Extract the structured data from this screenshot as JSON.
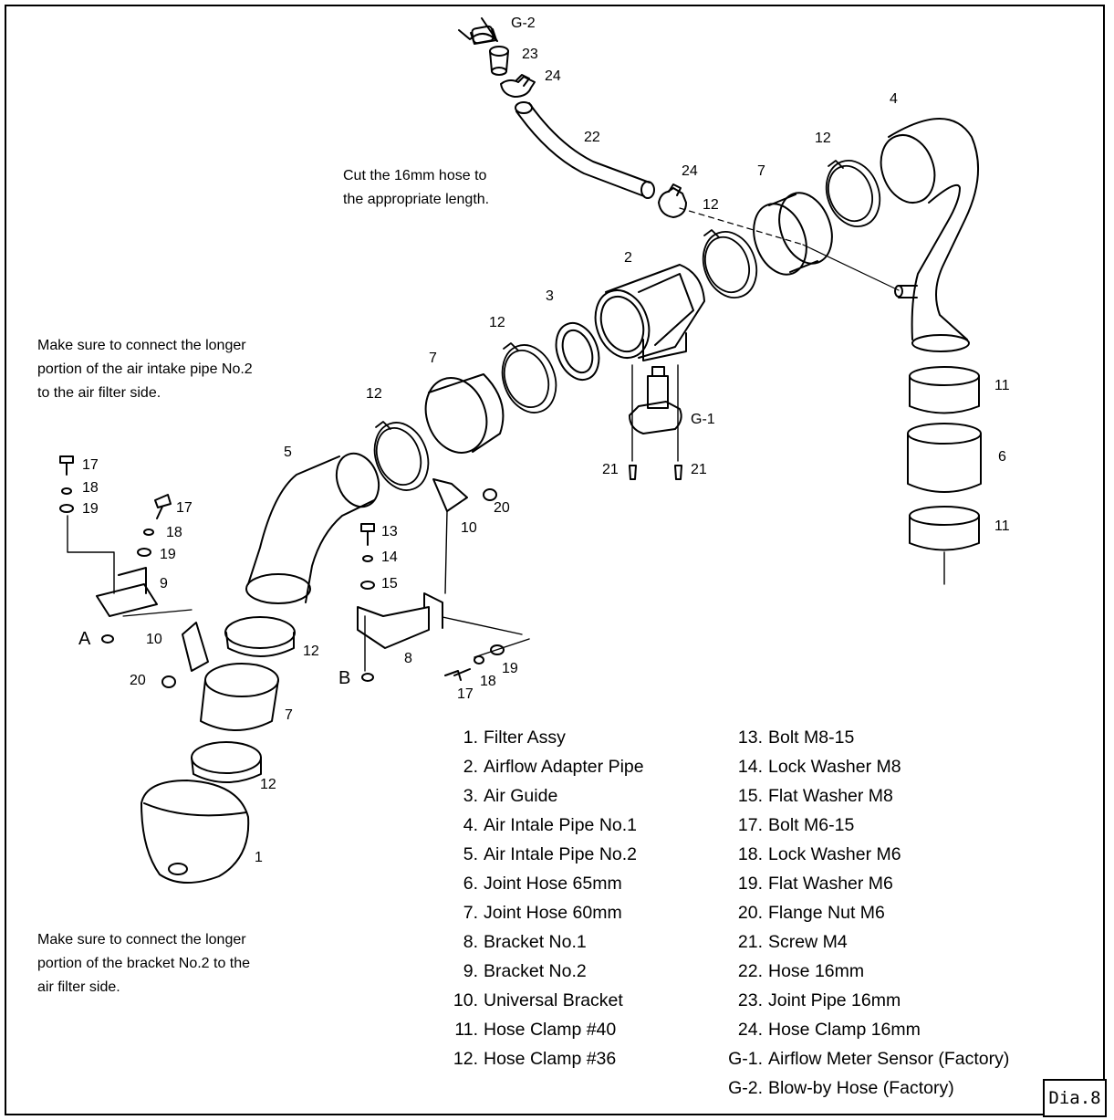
{
  "notes": {
    "hose_cut": "Cut the 16mm hose to\nthe appropriate length.",
    "pipe_side": "Make sure to connect the longer\nportion of the air intake pipe No.2\nto the air filter side.",
    "bracket_side": "Make sure to connect the longer\nportion of the bracket No.2 to the\nair filter side."
  },
  "callouts": [
    "G-2",
    "23",
    "24",
    "22",
    "4",
    "12",
    "7",
    "24",
    "12",
    "2",
    "3",
    "12",
    "7",
    "12",
    "G-1",
    "21",
    "21",
    "11",
    "6",
    "11",
    "5",
    "17",
    "18",
    "19",
    "17",
    "18",
    "19",
    "9",
    "10",
    "20",
    "13",
    "14",
    "15",
    "20",
    "10",
    "12",
    "7",
    "12",
    "1",
    "8",
    "17",
    "18",
    "19"
  ],
  "anchor_letters": {
    "a": "A",
    "b": "B"
  },
  "legend": {
    "left": [
      {
        "num": "1.",
        "label": "Filter Assy"
      },
      {
        "num": "2.",
        "label": "Airflow Adapter Pipe"
      },
      {
        "num": "3.",
        "label": "Air Guide"
      },
      {
        "num": "4.",
        "label": "Air Intale Pipe No.1"
      },
      {
        "num": "5.",
        "label": "Air Intale Pipe No.2"
      },
      {
        "num": "6.",
        "label": "Joint Hose 65mm"
      },
      {
        "num": "7.",
        "label": "Joint Hose 60mm"
      },
      {
        "num": "8.",
        "label": "Bracket No.1"
      },
      {
        "num": "9.",
        "label": "Bracket No.2"
      },
      {
        "num": "10.",
        "label": "Universal Bracket"
      },
      {
        "num": "11.",
        "label": "Hose Clamp #40"
      },
      {
        "num": "12.",
        "label": "Hose Clamp #36"
      }
    ],
    "right": [
      {
        "num": "13.",
        "label": "Bolt M8-15"
      },
      {
        "num": "14.",
        "label": "Lock Washer M8"
      },
      {
        "num": "15.",
        "label": "Flat Washer M8"
      },
      {
        "num": "17.",
        "label": "Bolt M6-15"
      },
      {
        "num": "18.",
        "label": "Lock Washer M6"
      },
      {
        "num": "19.",
        "label": "Flat Washer M6"
      },
      {
        "num": "20.",
        "label": "Flange Nut M6"
      },
      {
        "num": "21.",
        "label": "Screw M4"
      },
      {
        "num": "22.",
        "label": "Hose 16mm"
      },
      {
        "num": "23.",
        "label": "Joint Pipe 16mm"
      },
      {
        "num": "24.",
        "label": "Hose Clamp 16mm"
      },
      {
        "num": "G-1.",
        "label": "Airflow Meter Sensor (Factory)"
      },
      {
        "num": "G-2.",
        "label": "Blow-by Hose (Factory)"
      }
    ]
  },
  "diagram_tag": "Dia.8"
}
